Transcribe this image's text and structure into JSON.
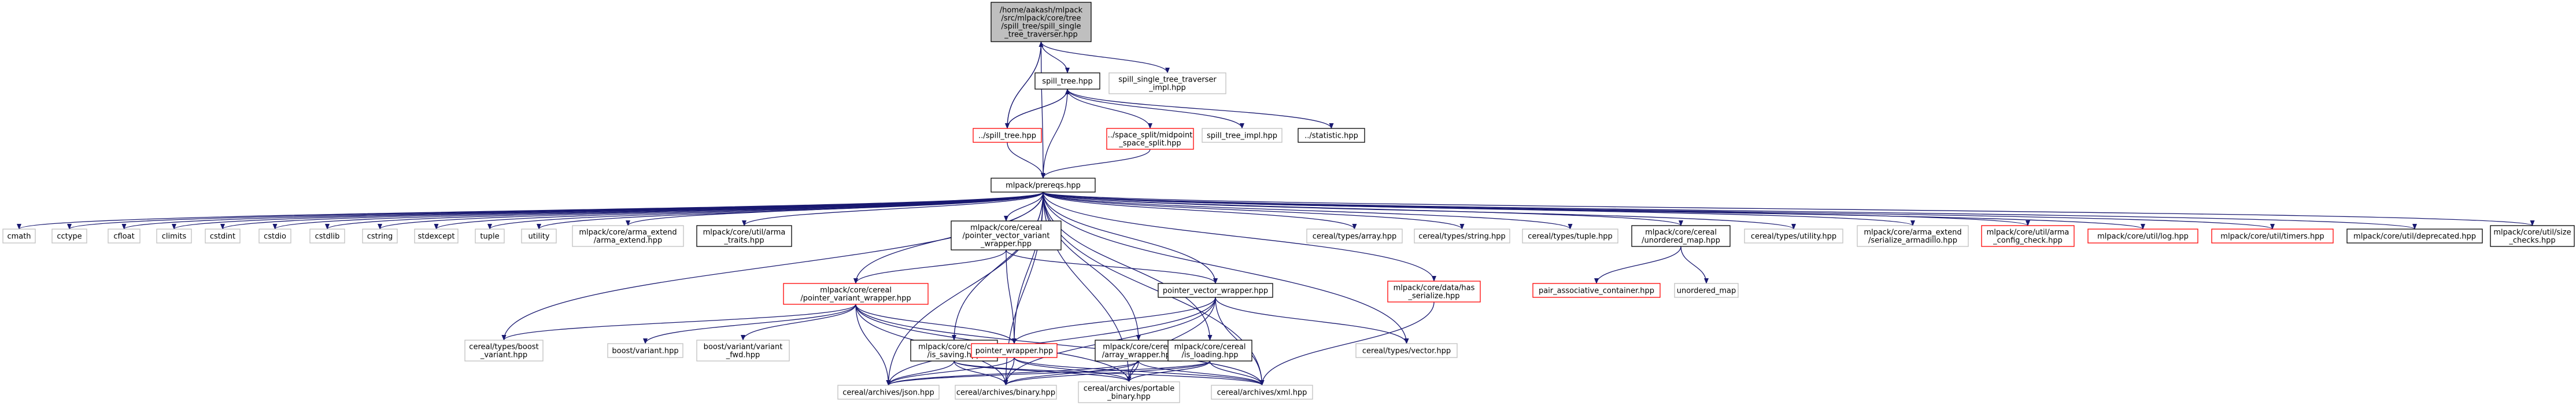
{
  "colors": {
    "edge": "#191970",
    "border_black": "#000000",
    "border_red": "#ff0000",
    "border_grey": "#bfbfbf",
    "root_fill": "#bfbfbf",
    "node_fill": "#ffffff"
  },
  "nodes": {
    "root": {
      "lines": [
        "/home/aakash/mlpack",
        "/src/mlpack/core/tree",
        "/spill_tree/spill_single",
        "_tree_traverser.hpp"
      ],
      "style": "root"
    },
    "spill_tree": {
      "lines": [
        "spill_tree.hpp"
      ],
      "style": "black"
    },
    "single_impl": {
      "lines": [
        "spill_single_tree_traverser",
        "_impl.hpp"
      ],
      "style": "grey"
    },
    "spill_tree_up": {
      "lines": [
        "../spill_tree.hpp"
      ],
      "style": "red"
    },
    "midpoint": {
      "lines": [
        "../space_split/midpoint",
        "_space_split.hpp"
      ],
      "style": "red"
    },
    "tree_impl": {
      "lines": [
        "spill_tree_impl.hpp"
      ],
      "style": "grey"
    },
    "statistic": {
      "lines": [
        "../statistic.hpp"
      ],
      "style": "black"
    },
    "prereqs": {
      "lines": [
        "mlpack/prereqs.hpp"
      ],
      "style": "black"
    },
    "cmath": {
      "lines": [
        "cmath"
      ],
      "style": "grey"
    },
    "cctype": {
      "lines": [
        "cctype"
      ],
      "style": "grey"
    },
    "cfloat": {
      "lines": [
        "cfloat"
      ],
      "style": "grey"
    },
    "climits": {
      "lines": [
        "climits"
      ],
      "style": "grey"
    },
    "cstdint": {
      "lines": [
        "cstdint"
      ],
      "style": "grey"
    },
    "cstdio": {
      "lines": [
        "cstdio"
      ],
      "style": "grey"
    },
    "cstdlib": {
      "lines": [
        "cstdlib"
      ],
      "style": "grey"
    },
    "cstring": {
      "lines": [
        "cstring"
      ],
      "style": "grey"
    },
    "stdexcept": {
      "lines": [
        "stdexcept"
      ],
      "style": "grey"
    },
    "tuple": {
      "lines": [
        "tuple"
      ],
      "style": "grey"
    },
    "utility": {
      "lines": [
        "utility"
      ],
      "style": "grey"
    },
    "arma_extend": {
      "lines": [
        "mlpack/core/arma_extend",
        "/arma_extend.hpp"
      ],
      "style": "grey"
    },
    "arma_traits": {
      "lines": [
        "mlpack/core/util/arma",
        "_traits.hpp"
      ],
      "style": "black"
    },
    "pvvw": {
      "lines": [
        "mlpack/core/cereal",
        "/pointer_vector_variant",
        "_wrapper.hpp"
      ],
      "style": "black"
    },
    "ct_array": {
      "lines": [
        "cereal/types/array.hpp"
      ],
      "style": "grey"
    },
    "ct_string": {
      "lines": [
        "cereal/types/string.hpp"
      ],
      "style": "grey"
    },
    "ct_tuple": {
      "lines": [
        "cereal/types/tuple.hpp"
      ],
      "style": "grey"
    },
    "unordered_map_hpp": {
      "lines": [
        "mlpack/core/cereal",
        "/unordered_map.hpp"
      ],
      "style": "black"
    },
    "ct_utility": {
      "lines": [
        "cereal/types/utility.hpp"
      ],
      "style": "grey"
    },
    "serialize_arma": {
      "lines": [
        "mlpack/core/arma_extend",
        "/serialize_armadillo.hpp"
      ],
      "style": "grey"
    },
    "arma_config": {
      "lines": [
        "mlpack/core/util/arma",
        "_config_check.hpp"
      ],
      "style": "red"
    },
    "log": {
      "lines": [
        "mlpack/core/util/log.hpp"
      ],
      "style": "red"
    },
    "timers": {
      "lines": [
        "mlpack/core/util/timers.hpp"
      ],
      "style": "red"
    },
    "deprecated": {
      "lines": [
        "mlpack/core/util/deprecated.hpp"
      ],
      "style": "black"
    },
    "size_checks": {
      "lines": [
        "mlpack/core/util/size",
        "_checks.hpp"
      ],
      "style": "black"
    },
    "pvw": {
      "lines": [
        "mlpack/core/cereal",
        "/pointer_variant_wrapper.hpp"
      ],
      "style": "red"
    },
    "pointer_vector_wrapper": {
      "lines": [
        "pointer_vector_wrapper.hpp"
      ],
      "style": "black"
    },
    "has_serialize": {
      "lines": [
        "mlpack/core/data/has",
        "_serialize.hpp"
      ],
      "style": "red"
    },
    "pair_assoc": {
      "lines": [
        "pair_associative_container.hpp"
      ],
      "style": "red"
    },
    "unordered_map": {
      "lines": [
        "unordered_map"
      ],
      "style": "grey"
    },
    "boost_variant_ct": {
      "lines": [
        "cereal/types/boost",
        "_variant.hpp"
      ],
      "style": "grey"
    },
    "boost_variant": {
      "lines": [
        "boost/variant.hpp"
      ],
      "style": "grey"
    },
    "boost_variant_fwd": {
      "lines": [
        "boost/variant/variant",
        "_fwd.hpp"
      ],
      "style": "grey"
    },
    "is_saving": {
      "lines": [
        "mlpack/core/cereal",
        "/is_saving.hpp"
      ],
      "style": "black"
    },
    "pointer_wrapper": {
      "lines": [
        "pointer_wrapper.hpp"
      ],
      "style": "red"
    },
    "array_wrapper": {
      "lines": [
        "mlpack/core/cereal",
        "/array_wrapper.hpp"
      ],
      "style": "black"
    },
    "is_loading": {
      "lines": [
        "mlpack/core/cereal",
        "/is_loading.hpp"
      ],
      "style": "black"
    },
    "ct_vector": {
      "lines": [
        "cereal/types/vector.hpp"
      ],
      "style": "grey"
    },
    "json": {
      "lines": [
        "cereal/archives/json.hpp"
      ],
      "style": "grey"
    },
    "binary": {
      "lines": [
        "cereal/archives/binary.hpp"
      ],
      "style": "grey"
    },
    "portable": {
      "lines": [
        "cereal/archives/portable",
        "_binary.hpp"
      ],
      "style": "grey"
    },
    "xml": {
      "lines": [
        "cereal/archives/xml.hpp"
      ],
      "style": "grey"
    }
  },
  "edges": [
    [
      "root",
      "spill_tree"
    ],
    [
      "root",
      "single_impl"
    ],
    [
      "root",
      "spill_tree_up"
    ],
    [
      "root",
      "prereqs"
    ],
    [
      "spill_tree",
      "spill_tree_up"
    ],
    [
      "spill_tree",
      "midpoint"
    ],
    [
      "spill_tree",
      "tree_impl"
    ],
    [
      "spill_tree",
      "statistic"
    ],
    [
      "spill_tree",
      "prereqs"
    ],
    [
      "spill_tree_up",
      "spill_tree"
    ],
    [
      "spill_tree_up",
      "root"
    ],
    [
      "spill_tree_up",
      "prereqs"
    ],
    [
      "midpoint",
      "prereqs"
    ],
    [
      "prereqs",
      "cmath"
    ],
    [
      "prereqs",
      "cctype"
    ],
    [
      "prereqs",
      "cfloat"
    ],
    [
      "prereqs",
      "climits"
    ],
    [
      "prereqs",
      "cstdint"
    ],
    [
      "prereqs",
      "cstdio"
    ],
    [
      "prereqs",
      "cstdlib"
    ],
    [
      "prereqs",
      "cstring"
    ],
    [
      "prereqs",
      "stdexcept"
    ],
    [
      "prereqs",
      "tuple"
    ],
    [
      "prereqs",
      "utility"
    ],
    [
      "prereqs",
      "arma_extend"
    ],
    [
      "prereqs",
      "arma_traits"
    ],
    [
      "prereqs",
      "pvvw"
    ],
    [
      "prereqs",
      "ct_array"
    ],
    [
      "prereqs",
      "ct_string"
    ],
    [
      "prereqs",
      "ct_tuple"
    ],
    [
      "prereqs",
      "unordered_map_hpp"
    ],
    [
      "prereqs",
      "ct_utility"
    ],
    [
      "prereqs",
      "serialize_arma"
    ],
    [
      "prereqs",
      "arma_config"
    ],
    [
      "prereqs",
      "log"
    ],
    [
      "prereqs",
      "timers"
    ],
    [
      "prereqs",
      "deprecated"
    ],
    [
      "prereqs",
      "size_checks"
    ],
    [
      "prereqs",
      "pvw"
    ],
    [
      "prereqs",
      "pointer_vector_wrapper"
    ],
    [
      "prereqs",
      "has_serialize"
    ],
    [
      "prereqs",
      "boost_variant_ct"
    ],
    [
      "prereqs",
      "is_saving"
    ],
    [
      "prereqs",
      "pointer_wrapper"
    ],
    [
      "prereqs",
      "array_wrapper"
    ],
    [
      "prereqs",
      "is_loading"
    ],
    [
      "prereqs",
      "ct_vector"
    ],
    [
      "prereqs",
      "json"
    ],
    [
      "prereqs",
      "binary"
    ],
    [
      "prereqs",
      "portable"
    ],
    [
      "prereqs",
      "xml"
    ],
    [
      "pvvw",
      "pvw"
    ],
    [
      "pvvw",
      "pointer_vector_wrapper"
    ],
    [
      "pvvw",
      "pointer_wrapper"
    ],
    [
      "unordered_map_hpp",
      "pair_assoc"
    ],
    [
      "unordered_map_hpp",
      "unordered_map"
    ],
    [
      "pvw",
      "boost_variant_ct"
    ],
    [
      "pvw",
      "boost_variant"
    ],
    [
      "pvw",
      "boost_variant_fwd"
    ],
    [
      "pvw",
      "pointer_wrapper"
    ],
    [
      "pvw",
      "json"
    ],
    [
      "pvw",
      "binary"
    ],
    [
      "pvw",
      "portable"
    ],
    [
      "pvw",
      "xml"
    ],
    [
      "pointer_vector_wrapper",
      "pointer_wrapper"
    ],
    [
      "pointer_vector_wrapper",
      "ct_vector"
    ],
    [
      "pointer_vector_wrapper",
      "json"
    ],
    [
      "pointer_vector_wrapper",
      "binary"
    ],
    [
      "pointer_vector_wrapper",
      "portable"
    ],
    [
      "pointer_vector_wrapper",
      "xml"
    ],
    [
      "has_serialize",
      "xml"
    ],
    [
      "is_saving",
      "json"
    ],
    [
      "is_saving",
      "binary"
    ],
    [
      "is_saving",
      "portable"
    ],
    [
      "is_saving",
      "xml"
    ],
    [
      "pointer_wrapper",
      "json"
    ],
    [
      "pointer_wrapper",
      "binary"
    ],
    [
      "pointer_wrapper",
      "portable"
    ],
    [
      "pointer_wrapper",
      "xml"
    ],
    [
      "array_wrapper",
      "json"
    ],
    [
      "array_wrapper",
      "binary"
    ],
    [
      "array_wrapper",
      "portable"
    ],
    [
      "array_wrapper",
      "xml"
    ],
    [
      "is_loading",
      "json"
    ],
    [
      "is_loading",
      "binary"
    ],
    [
      "is_loading",
      "portable"
    ],
    [
      "is_loading",
      "xml"
    ]
  ]
}
